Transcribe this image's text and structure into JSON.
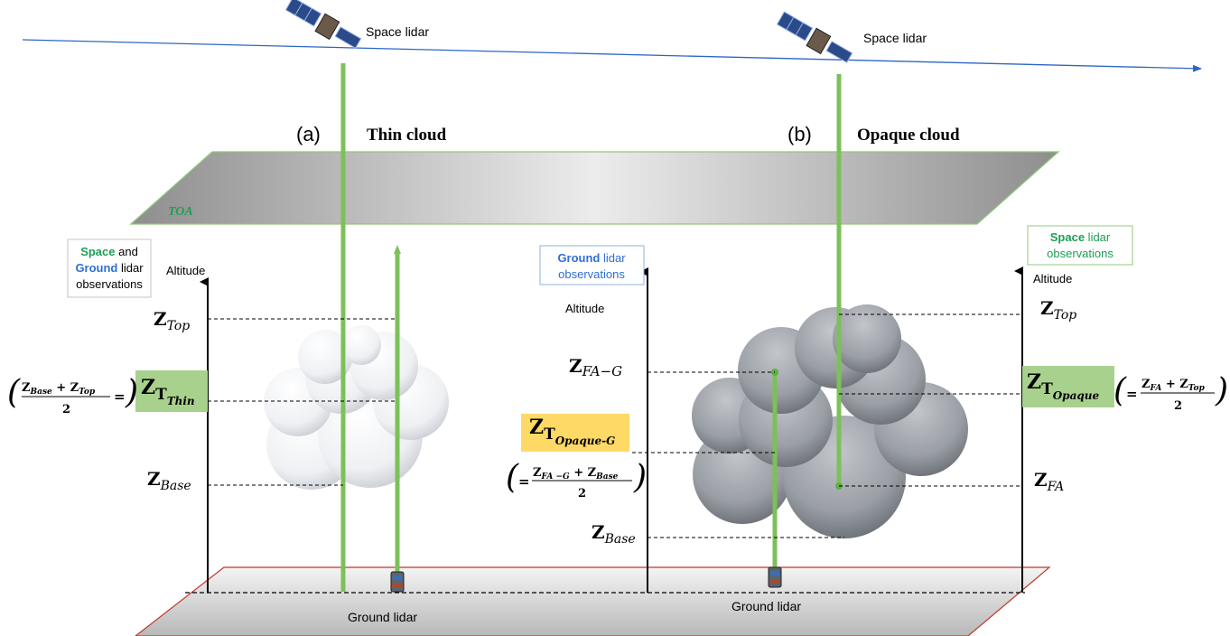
{
  "colors": {
    "orbit": "#2e66c4",
    "beam": "#7cc158",
    "space_green": "#1f9d55",
    "ground_blue": "#2f6fd6",
    "highlight_green": "#a9d18e",
    "highlight_yellow": "#ffd966",
    "ground_outline": "#c0392b",
    "toa_outline": "#90c87a"
  },
  "labels": {
    "space_lidar_left": "Space lidar",
    "space_lidar_right": "Space lidar",
    "panel_a": "(a)",
    "panel_b": "(b)",
    "thin_cloud": "Thin cloud",
    "opaque_cloud": "Opaque cloud",
    "toa": "TOA",
    "ground_lidar_left": "Ground lidar",
    "ground_lidar_right": "Ground lidar",
    "altitude_a": "Altitude",
    "altitude_b_ground": "Altitude",
    "altitude_b_space": "Altitude"
  },
  "legend_a": {
    "space": "Space",
    "and": " and",
    "ground": "Ground",
    "lidar": " lidar",
    "obs": "observations"
  },
  "legend_b_ground": {
    "ground": "Ground",
    "lidar": " lidar",
    "obs": "observations"
  },
  "legend_b_space": {
    "space": "Space",
    "lidar": " lidar",
    "obs": "observations"
  },
  "math": {
    "Z": "Z",
    "top": "Top",
    "base": "Base",
    "fa_g": "FA−G",
    "fa": "FA",
    "T": "T",
    "thin": "Thin",
    "opaque": "Opaque",
    "opaque_g": "Opaque-G",
    "eq_a_num": "Z",
    "eq_a_sub1": "Base",
    "eq_a_plus": " + Z",
    "eq_a_sub2": "Top",
    "eq_den": "2",
    "eq_eq": "=",
    "eq_g_num": "Z",
    "eq_g_sub1": "FA −G",
    "eq_g_plus": " + Z",
    "eq_g_sub2": "Base",
    "eq_b_num": "Z",
    "eq_b_sub1": "FA",
    "eq_b_plus": " + Z",
    "eq_b_sub2": "Top"
  }
}
